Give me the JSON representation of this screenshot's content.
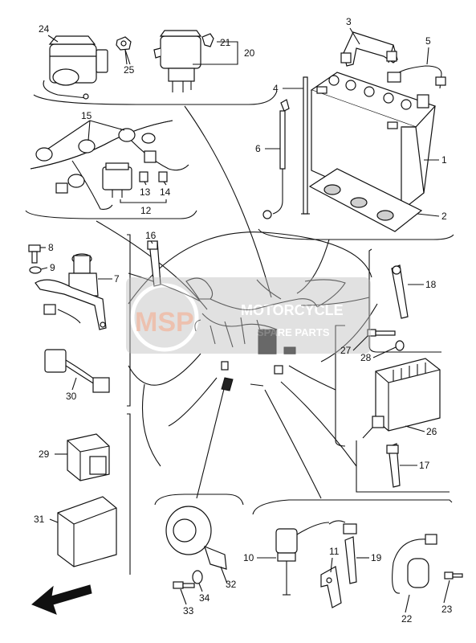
{
  "watermark": {
    "brand_short": "MSP",
    "line1": "MOTORCYCLE",
    "line2": "SPARE PARTS",
    "color": "#d9784f"
  },
  "callouts": [
    {
      "id": "1",
      "text": "1"
    },
    {
      "id": "2",
      "text": "2"
    },
    {
      "id": "3",
      "text": "3"
    },
    {
      "id": "4",
      "text": "4"
    },
    {
      "id": "5",
      "text": "5"
    },
    {
      "id": "6",
      "text": "6"
    },
    {
      "id": "7",
      "text": "7"
    },
    {
      "id": "8",
      "text": "8"
    },
    {
      "id": "9",
      "text": "9"
    },
    {
      "id": "10",
      "text": "10"
    },
    {
      "id": "11",
      "text": "11"
    },
    {
      "id": "12",
      "text": "12"
    },
    {
      "id": "13",
      "text": "13"
    },
    {
      "id": "14",
      "text": "14"
    },
    {
      "id": "15",
      "text": "15"
    },
    {
      "id": "16",
      "text": "16"
    },
    {
      "id": "17",
      "text": "17"
    },
    {
      "id": "18",
      "text": "18"
    },
    {
      "id": "19",
      "text": "19"
    },
    {
      "id": "20",
      "text": "20"
    },
    {
      "id": "21",
      "text": "21"
    },
    {
      "id": "22",
      "text": "22"
    },
    {
      "id": "23",
      "text": "23"
    },
    {
      "id": "24",
      "text": "24"
    },
    {
      "id": "25",
      "text": "25"
    },
    {
      "id": "26",
      "text": "26"
    },
    {
      "id": "27",
      "text": "27"
    },
    {
      "id": "28",
      "text": "28"
    },
    {
      "id": "29",
      "text": "29"
    },
    {
      "id": "30",
      "text": "30"
    },
    {
      "id": "31",
      "text": "31"
    },
    {
      "id": "32",
      "text": "32"
    },
    {
      "id": "33",
      "text": "33"
    },
    {
      "id": "34",
      "text": "34"
    }
  ],
  "parts": {
    "battery": "battery",
    "horn": "horn",
    "rectifier": "rectifier-regulator",
    "main_switch": "main-switch",
    "relay": "relay",
    "fuse_box": "fuse-box",
    "harness": "wire-harness"
  }
}
